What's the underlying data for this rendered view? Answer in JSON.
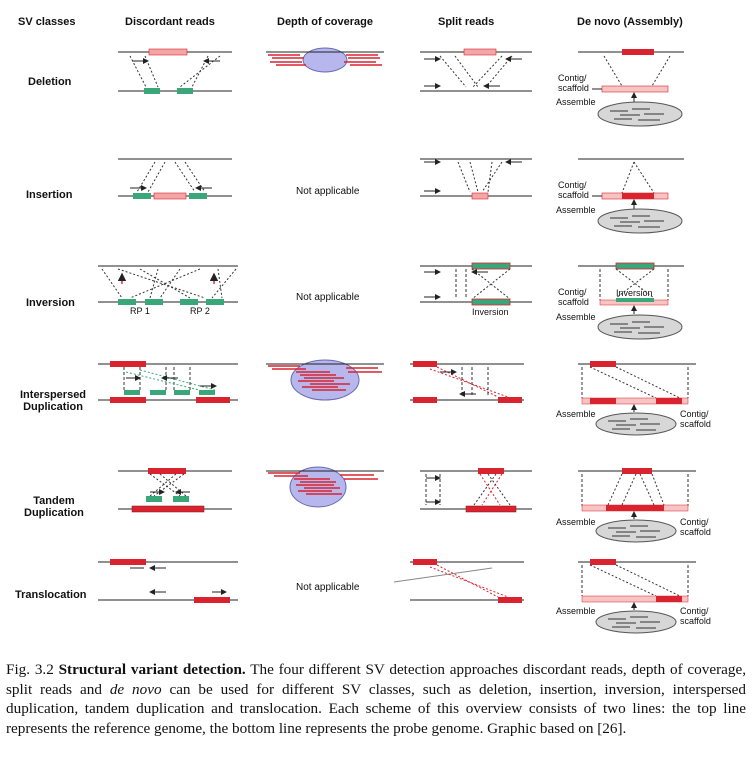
{
  "headers": {
    "sv_classes": "SV classes",
    "discordant": "Discordant reads",
    "depth": "Depth of coverage",
    "split": "Split reads",
    "denovo": "De novo (Assembly)"
  },
  "rows": {
    "deletion": "Deletion",
    "insertion": "Insertion",
    "inversion": "Inversion",
    "interspersed_1": "Interspersed",
    "interspersed_2": "Duplication",
    "tandem_1": "Tandem",
    "tandem_2": "Duplication",
    "translocation": "Translocation"
  },
  "labels": {
    "not_applicable": "Not applicable",
    "contig": "Contig/",
    "scaffold": "scaffold",
    "assemble": "Assemble",
    "inversion": "Inversion",
    "rp1": "RP 1",
    "rp2": "RP 2"
  },
  "caption": {
    "fig": "Fig. 3.2",
    "title": "Structural variant detection.",
    "p1": "The four different SV detection approaches discordant reads, depth of coverage, split reads and",
    "denovo": "de novo",
    "p2": "can be used for different SV classes, such as deletion, insertion, inversion, interspersed duplication, tandem duplication and translocation. Each scheme of this overview consists of two lines: the top line represents the reference genome, the bottom line represents the probe genome. Graphic based on [26]."
  },
  "colors": {
    "red": "#d9232f",
    "pink": "#f4a6a6",
    "green": "#3aa77a",
    "lavender": "#b7b7ee",
    "gray_ellipse": "#d7d7d7"
  }
}
